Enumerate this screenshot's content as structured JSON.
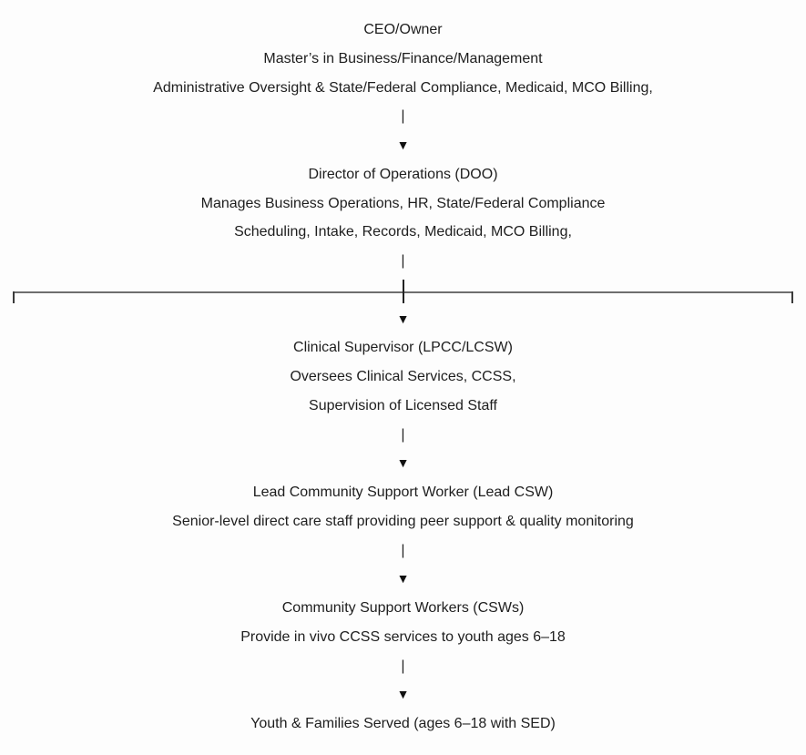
{
  "appearance": {
    "background_color": "#fdfdfd",
    "text_color": "#1e1e1e",
    "branch_rule_color": "#6e6e6e",
    "branch_tick_color": "#3a3a3a"
  },
  "org": {
    "glyphs": {
      "pipe": "|",
      "arrow_down": "▼"
    },
    "levels": [
      {
        "title": "CEO/Owner",
        "details": [
          "Master’s in Business/Finance/Management",
          "Administrative Oversight & State/Federal Compliance, Medicaid, MCO Billing,"
        ]
      },
      {
        "title": "Director of Operations (DOO)",
        "details": [
          "Manages Business Operations, HR, State/Federal Compliance",
          "Scheduling, Intake, Records, Medicaid, MCO Billing,"
        ]
      },
      {
        "title": "Clinical Supervisor (LPCC/LCSW)",
        "details": [
          "Oversees Clinical Services, CCSS,",
          "Supervision of Licensed Staff"
        ]
      },
      {
        "title": "Lead Community Support Worker (Lead CSW)",
        "details": [
          "Senior-level direct care staff providing peer support & quality monitoring"
        ]
      },
      {
        "title": "Community Support Workers (CSWs)",
        "details": [
          "Provide in vivo CCSS services to youth ages 6–18"
        ]
      },
      {
        "title": "Youth & Families Served (ages 6–18 with SED)",
        "details": []
      }
    ]
  }
}
